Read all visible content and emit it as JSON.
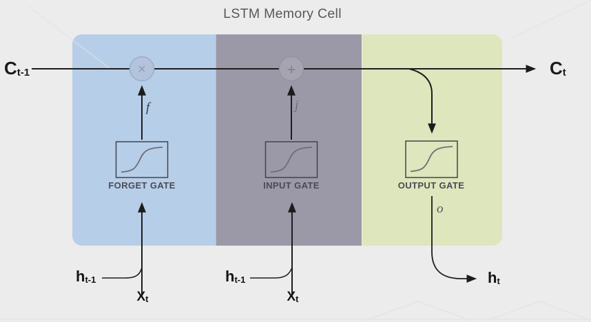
{
  "title": "LSTM Memory Cell",
  "colors": {
    "background": "#ececec",
    "forget_panel": "#b7cee8",
    "input_panel": "#9b98a8",
    "output_panel": "#dde6bc"
  },
  "cell_state": {
    "in_main": "C",
    "in_sub": "t-1",
    "out_main": "C",
    "out_sub": "t"
  },
  "operators": {
    "multiply": "×",
    "add": "+"
  },
  "gates": [
    {
      "name": "FORGET GATE",
      "signal": "f"
    },
    {
      "name": "INPUT GATE",
      "signal": "j"
    },
    {
      "name": "OUTPUT GATE",
      "signal": "o"
    }
  ],
  "inputs": {
    "forget": {
      "hidden_main": "h",
      "hidden_sub": "t-1",
      "x_main": "X",
      "x_sub": "t"
    },
    "input": {
      "hidden_main": "h",
      "hidden_sub": "t-1",
      "x_main": "X",
      "x_sub": "t"
    }
  },
  "output": {
    "main": "h",
    "sub": "t"
  }
}
